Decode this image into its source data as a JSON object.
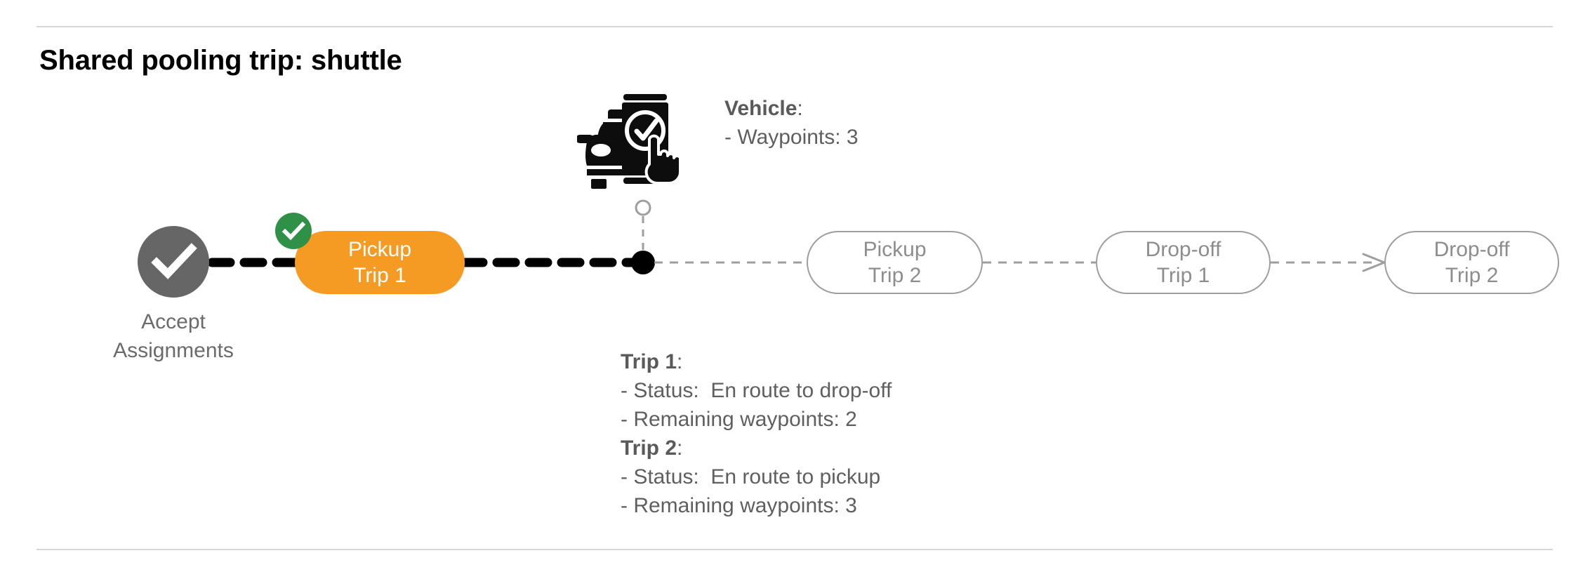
{
  "page": {
    "title": "Shared pooling trip: shuttle",
    "background": "#ffffff"
  },
  "colors": {
    "active_node": "#F59A23",
    "badge_green": "#2E9147",
    "accept_gray": "#666666",
    "pending_border": "#9e9e9e",
    "pending_text": "#8d8d8d",
    "body_text": "#5f5f5f",
    "divider": "#d6d6d6",
    "active_path": "#000000",
    "pending_path": "#9e9e9e"
  },
  "flow": {
    "accept_node": {
      "icon": "check-circle-icon",
      "label_line1": "Accept",
      "label_line2": "Assignments",
      "state": "done"
    },
    "nodes": [
      {
        "id": "pickup-trip-1",
        "line1": "Pickup",
        "line2": "Trip 1",
        "state": "active",
        "badge": "check-badge-icon"
      },
      {
        "id": "pickup-trip-2",
        "line1": "Pickup",
        "line2": "Trip 2",
        "state": "pending",
        "badge": null
      },
      {
        "id": "dropoff-trip-1",
        "line1": "Drop-off",
        "line2": "Trip 1",
        "state": "pending",
        "badge": null
      },
      {
        "id": "dropoff-trip-2",
        "line1": "Drop-off",
        "line2": "Trip 2",
        "state": "pending",
        "badge": null
      }
    ],
    "vehicle_marker": {
      "icon": "vehicle-phone-check-icon",
      "title": "Vehicle",
      "title_suffix": ":",
      "detail": "- Waypoints: 3"
    },
    "trip_details": [
      {
        "heading": "Trip 1",
        "heading_suffix": ":",
        "status_label": "- Status:",
        "status_value": "En route to drop-off",
        "waypoints": "- Remaining waypoints: 2"
      },
      {
        "heading": "Trip 2",
        "heading_suffix": ":",
        "status_label": "- Status:",
        "status_value": "En route to pickup",
        "waypoints": "- Remaining waypoints: 3"
      }
    ]
  }
}
